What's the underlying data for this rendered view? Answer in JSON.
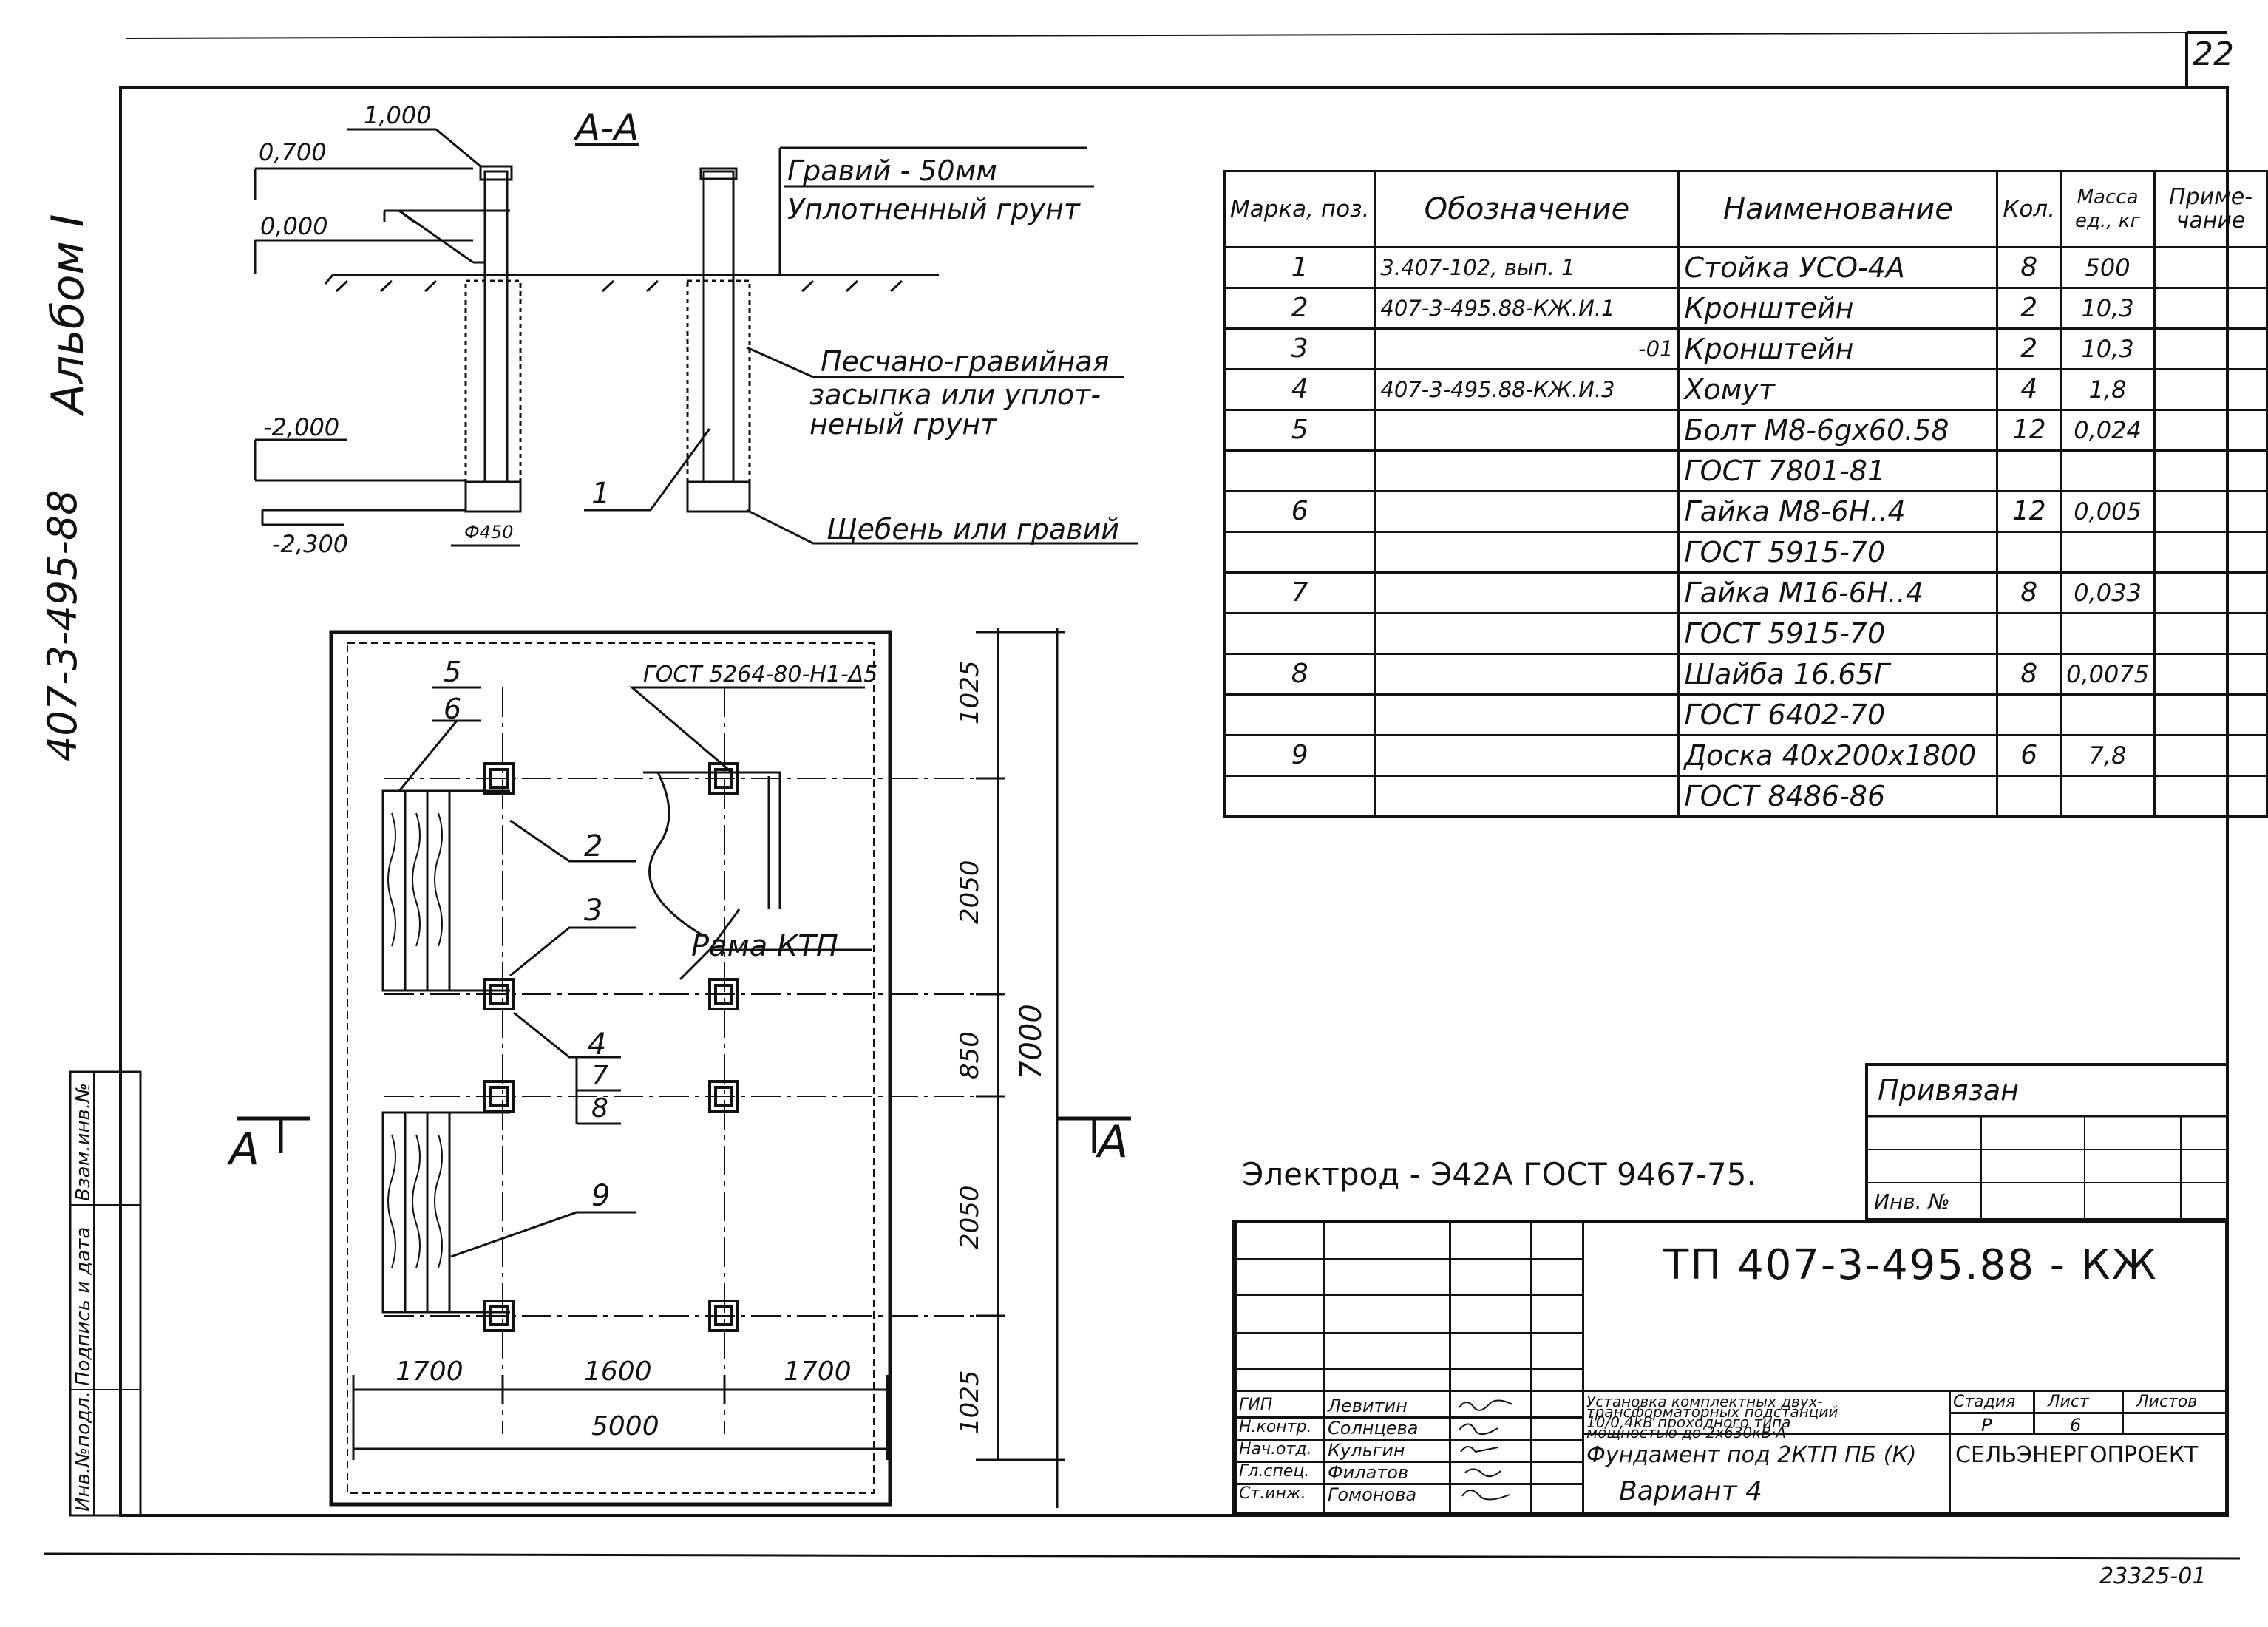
{
  "sheet_number": "22",
  "album_label": "Альбом I",
  "project_code_side": "407-3-495-88",
  "side_stamp": {
    "inv_original": "Инв.№подл.",
    "signature_date": "Подпись и дата",
    "replace_inv": "Взам.инв.№"
  },
  "section": {
    "title": "А-А",
    "level_top": "1,000",
    "level_1": "0,700",
    "level_2": "0,000",
    "level_3": "-2,000",
    "level_4": "-2,300",
    "diameter": "Ф450",
    "note_gravel": "Гравий - 50мм",
    "note_compacted": "Уплотненный грунт",
    "note_sand": [
      "Песчано-гравийная",
      "засыпка или уплот-",
      "неный грунт"
    ],
    "note_crushed": "Щебень или гравий",
    "leader_1": "1"
  },
  "plan": {
    "note_gost": "ГОСТ 5264-80-Н1-Δ5",
    "frame_label": "Рама КТП",
    "callouts": [
      "5",
      "6",
      "2",
      "3",
      "4",
      "7",
      "8",
      "9"
    ],
    "dim_vertical": [
      "1025",
      "2050",
      "850",
      "2050",
      "1025"
    ],
    "dim_total_vertical": "7000",
    "dim_horizontal": [
      "1700",
      "1600",
      "1700"
    ],
    "dim_total_horizontal": "5000",
    "section_mark_left": "А",
    "section_mark_right": "А"
  },
  "spec_table": {
    "headers": [
      "Марка, поз.",
      "Обозначение",
      "Наименование",
      "Кол.",
      "Масса ед., кг",
      "Приме- чание"
    ],
    "rows": [
      [
        "1",
        "3.407-102, вып. 1",
        "Стойка УСО-4А",
        "8",
        "500",
        ""
      ],
      [
        "2",
        "407-3-495.88-КЖ.И.1",
        "Кронштейн",
        "2",
        "10,3",
        ""
      ],
      [
        "3",
        "-01",
        "Кронштейн",
        "2",
        "10,3",
        ""
      ],
      [
        "4",
        "407-3-495.88-КЖ.И.3",
        "Хомут",
        "4",
        "1,8",
        ""
      ],
      [
        "5",
        "",
        "Болт М8-6gx60.58",
        "12",
        "0,024",
        ""
      ],
      [
        "",
        "",
        "ГОСТ 7801-81",
        "",
        "",
        ""
      ],
      [
        "6",
        "",
        "Гайка М8-6Н..4",
        "12",
        "0,005",
        ""
      ],
      [
        "",
        "",
        "ГОСТ 5915-70",
        "",
        "",
        ""
      ],
      [
        "7",
        "",
        "Гайка М16-6Н..4",
        "8",
        "0,033",
        ""
      ],
      [
        "",
        "",
        "ГОСТ 5915-70",
        "",
        "",
        ""
      ],
      [
        "8",
        "",
        "Шайба 16.65Г",
        "8",
        "0,0075",
        ""
      ],
      [
        "",
        "",
        "ГОСТ 6402-70",
        "",
        "",
        ""
      ],
      [
        "9",
        "",
        "Доска 40x200x1800",
        "6",
        "7,8",
        ""
      ],
      [
        "",
        "",
        "ГОСТ 8486-86",
        "",
        "",
        ""
      ]
    ]
  },
  "electrode_note": "Электрод - Э42А ГОСТ 9467-75.",
  "attached": {
    "title": "Привязан",
    "inv_label": "Инв. №"
  },
  "title_block": {
    "doc_code": "ТП 407-3-495.88 - КЖ",
    "project_title": [
      "Установка комплектных двух-",
      "трансформаторных подстанций",
      "10/0,4кВ проходного типа",
      "мощностью до 2x630кВ·А"
    ],
    "sheet_title": [
      "Фундамент под 2КТП ПБ (К)",
      "Вариант 4"
    ],
    "stage_label": "Стадия",
    "sheet_label": "Лист",
    "sheets_label": "Листов",
    "stage": "Р",
    "sheet": "6",
    "organization": "СЕЛЬЭНЕРГОПРОЕКТ",
    "roles": [
      "ГИП",
      "Н.контр.",
      "Нач.отд.",
      "Гл.спец.",
      "Ст.инж."
    ],
    "names": [
      "Левитин",
      "Солнцева",
      "Кульгин",
      "Филатов",
      "Гомонова"
    ]
  },
  "bottom_number": "23325-01"
}
